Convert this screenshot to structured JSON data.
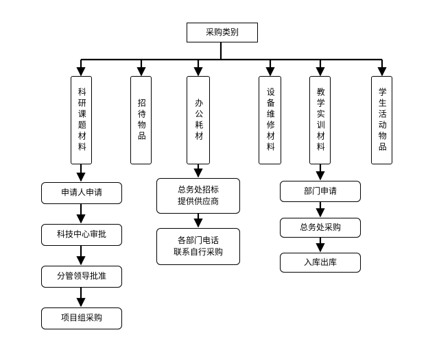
{
  "root": {
    "label": "采购类别"
  },
  "categories": [
    {
      "id": "keyan",
      "label": "科研课题材料"
    },
    {
      "id": "zhaodai",
      "label": "招待物品"
    },
    {
      "id": "bangong",
      "label": "办公耗材"
    },
    {
      "id": "shebei",
      "label": "设备维修材料"
    },
    {
      "id": "jiaoxue",
      "label": "教学实训材料"
    },
    {
      "id": "xuesheng",
      "label": "学生活动物品"
    }
  ],
  "flow_keyan": [
    {
      "label": "申请人申请"
    },
    {
      "label": "科技中心审批"
    },
    {
      "label": "分管领导批准"
    },
    {
      "label": "项目组采购"
    }
  ],
  "flow_bangong": [
    {
      "label": "总务处招标\n提供供应商"
    },
    {
      "label": "各部门电话\n联系自行采购"
    }
  ],
  "flow_jiaoxue": [
    {
      "label": "部门申请"
    },
    {
      "label": "总务处采购"
    },
    {
      "label": "入库出库"
    }
  ]
}
